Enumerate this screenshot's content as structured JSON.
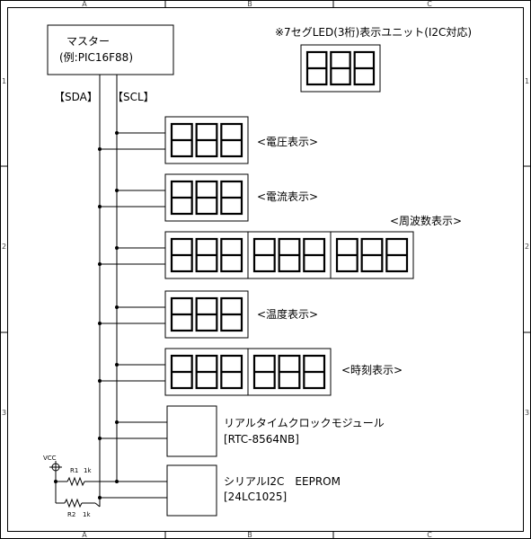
{
  "border_columns": [
    "A",
    "B",
    "C"
  ],
  "border_rows": [
    "1",
    "2",
    "3"
  ],
  "unit_title": "※7セグLED(3桁)表示ユニット(I2C対応)",
  "legend_digits": "888",
  "master": {
    "line1": "マスター",
    "line2": "(例:PIC16F88)"
  },
  "bus": {
    "sda": "【SDA】",
    "scl": "【SCL】"
  },
  "displays": [
    {
      "label": "<電圧表示>",
      "digits": "888"
    },
    {
      "label": "<電流表示>",
      "digits": "888"
    },
    {
      "label": "<周波数表示>",
      "digits": "888888888"
    },
    {
      "label": "<温度表示>",
      "digits": "888"
    },
    {
      "label": "<時刻表示>",
      "digits": "888888"
    }
  ],
  "modules": [
    {
      "name": "リアルタイムクロックモジュール",
      "part": "[RTC-8564NB]"
    },
    {
      "name": "シリアルI2C　EEPROM",
      "part": "[24LC1025]"
    }
  ],
  "pullups": {
    "supply": "VCC",
    "r1": {
      "ref": "R1",
      "value": "1k"
    },
    "r2": {
      "ref": "R2",
      "value": "1k"
    }
  }
}
